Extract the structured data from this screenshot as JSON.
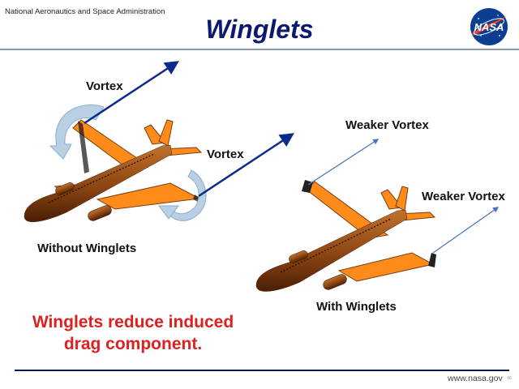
{
  "header": {
    "agency": "National Aeronautics and Space Administration",
    "title": "Winglets",
    "logo_text": "NASA"
  },
  "labels": {
    "vortex_top": "Vortex",
    "vortex_mid": "Vortex",
    "weaker_vortex_top": "Weaker Vortex",
    "weaker_vortex_right": "Weaker Vortex",
    "without_winglets": "Without Winglets",
    "with_winglets": "With Winglets"
  },
  "caption": {
    "line1": "Winglets  reduce induced",
    "line2": "drag  component."
  },
  "footer": {
    "site": "www.nasa.gov",
    "mark": "rc"
  },
  "colors": {
    "title": "#0b1a70",
    "caption": "#e01f1f",
    "wing": "#ff8c1a",
    "fuselage": "#7a3b10",
    "strong_arrow": "#0b2a8a",
    "weak_arrow": "#4a72b8",
    "vortex_swirl": "#b8cfe4"
  }
}
